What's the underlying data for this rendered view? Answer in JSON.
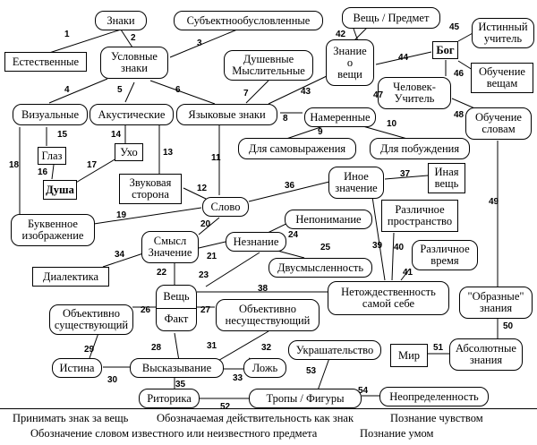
{
  "nodes": {
    "znaki": "Знаки",
    "subj": "Субъектнообусловленные",
    "thing": "Вещь / Предмет",
    "true_teacher": "Истинный\nучитель",
    "nat": "Естественные",
    "verbal": "Условные\nзнаки",
    "soul": "Душевные\nМыслительные",
    "knowthing": "Знание\nо\nвещи",
    "god": "Бог",
    "learnthings": "Обучение\nвещам",
    "visual": "Визуальные",
    "acoustic": "Акустические",
    "lang": "Языковые знаки",
    "intended": "Намеренные",
    "human": "Человек-\nУчитель",
    "learnwords": "Обучение\nсловам",
    "eye": "Глаз",
    "ear": "Ухо",
    "selfexpr": "Для самовыражения",
    "urge": "Для побуждения",
    "soul2": "Душа",
    "soundside": "Звуковая\nсторона",
    "othermean": "Иное\nзначение",
    "otherthing": "Иная\nвещь",
    "diffspace": "Различное\nпространство",
    "misund": "Непонимание",
    "letter": "Буквенное\nизображение",
    "word": "Слово",
    "meaning": "Смысл\nЗначение",
    "ignor": "Незнание",
    "difftime": "Различное\nвремя",
    "ambig": "Двусмысленность",
    "dialectic": "Диалектика",
    "thingfact": "Вещь",
    "fact": "Факт",
    "nonident": "Нетождественность\nсамой себе",
    "figurative": "\"Образные\"\nзнания",
    "objexist": "Объективно\nсуществующий",
    "objnonexist": "Объективно\nнесуществующий",
    "ornament": "Украшательство",
    "world": "Мир",
    "absolute": "Абсолютные\nзнания",
    "truth": "Истина",
    "utterance": "Высказывание",
    "lie": "Ложь",
    "rhetoric": "Риторика",
    "tropes": "Тропы / Фигуры",
    "uncertainty": "Неопределенность"
  },
  "edge_labels": [
    "1",
    "2",
    "3",
    "4",
    "5",
    "6",
    "7",
    "8",
    "9",
    "10",
    "11",
    "12",
    "13",
    "14",
    "15",
    "16",
    "17",
    "18",
    "19",
    "20",
    "21",
    "22",
    "23",
    "24",
    "25",
    "26",
    "27",
    "28",
    "29",
    "30",
    "31",
    "32",
    "33",
    "34",
    "35",
    "36",
    "37",
    "38",
    "39",
    "40",
    "41",
    "42",
    "43",
    "44",
    "45",
    "46",
    "47",
    "48",
    "49",
    "50",
    "51",
    "52",
    "53",
    "54"
  ],
  "legend": {
    "l1": "Принимать знак за вещь",
    "l2": "Обозначаемая действительность как знак",
    "l3": "Познание чувством",
    "l4": "Обозначение словом известного или неизвестного предмета",
    "l5": "Познание умом"
  }
}
